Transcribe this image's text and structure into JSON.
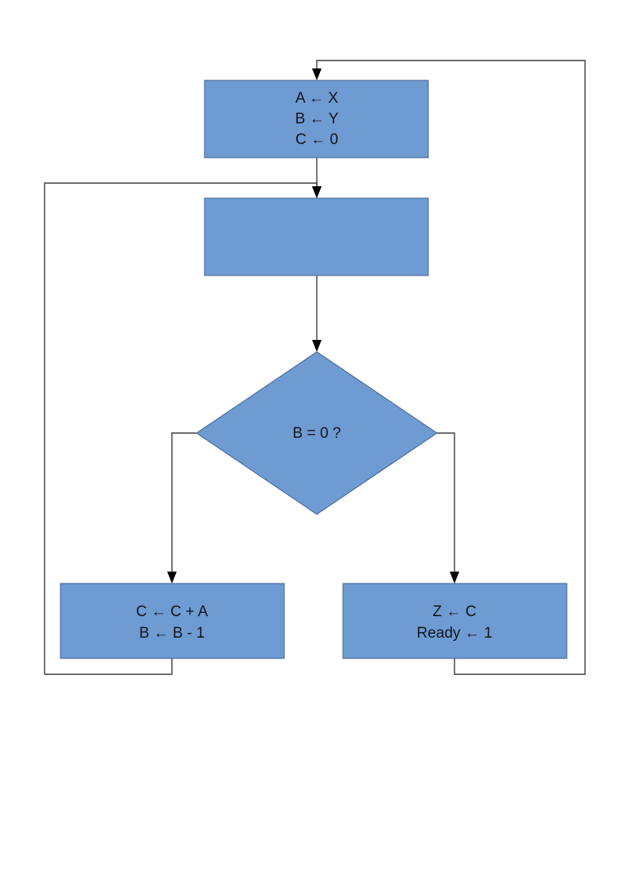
{
  "diagram": {
    "title": "Multiply-by-repeated-addition flowchart",
    "background_color": "#ffffff",
    "node_fill_color": "#6f9bd3",
    "node_border_color": "#4a6f9c",
    "edge_color": "#3d3d3d",
    "text_color": "#10161c",
    "nodes": [
      {
        "id": "init",
        "type": "process",
        "name": "init-block",
        "lines": [
          "A ← X",
          "B ← Y",
          "C ← 0"
        ]
      },
      {
        "id": "wait",
        "type": "process",
        "name": "empty-block",
        "lines": []
      },
      {
        "id": "decision",
        "type": "decision",
        "name": "decision-block",
        "lines": [
          "B = 0 ?"
        ]
      },
      {
        "id": "accumulate",
        "type": "process",
        "name": "accumulate-block",
        "lines": [
          "C ← C + A",
          "B ← B - 1"
        ]
      },
      {
        "id": "done",
        "type": "process",
        "name": "output-block",
        "lines": [
          "Z ← C",
          "Ready ← 1"
        ]
      }
    ],
    "edges": [
      {
        "id": "init-to-wait",
        "from": "init",
        "to": "wait",
        "label": ""
      },
      {
        "id": "wait-to-decision",
        "from": "wait",
        "to": "decision",
        "label": ""
      },
      {
        "id": "decision-to-accumulate",
        "from": "decision",
        "to": "accumulate",
        "label": ""
      },
      {
        "id": "decision-to-done",
        "from": "decision",
        "to": "done",
        "label": ""
      },
      {
        "id": "accumulate-loop-back",
        "from": "accumulate",
        "to": "wait",
        "label": ""
      },
      {
        "id": "done-loop-back",
        "from": "done",
        "to": "init",
        "label": ""
      }
    ]
  },
  "text": {
    "init_line_1": "A ← X",
    "init_line_2": "B ← Y",
    "init_line_3": "C ← 0",
    "decision_line_1": "B = 0 ?",
    "accumulate_line_1": "C ← C + A",
    "accumulate_line_2": "B ← B - 1",
    "done_line_1": "Z ← C",
    "done_line_2": "Ready ← 1"
  }
}
